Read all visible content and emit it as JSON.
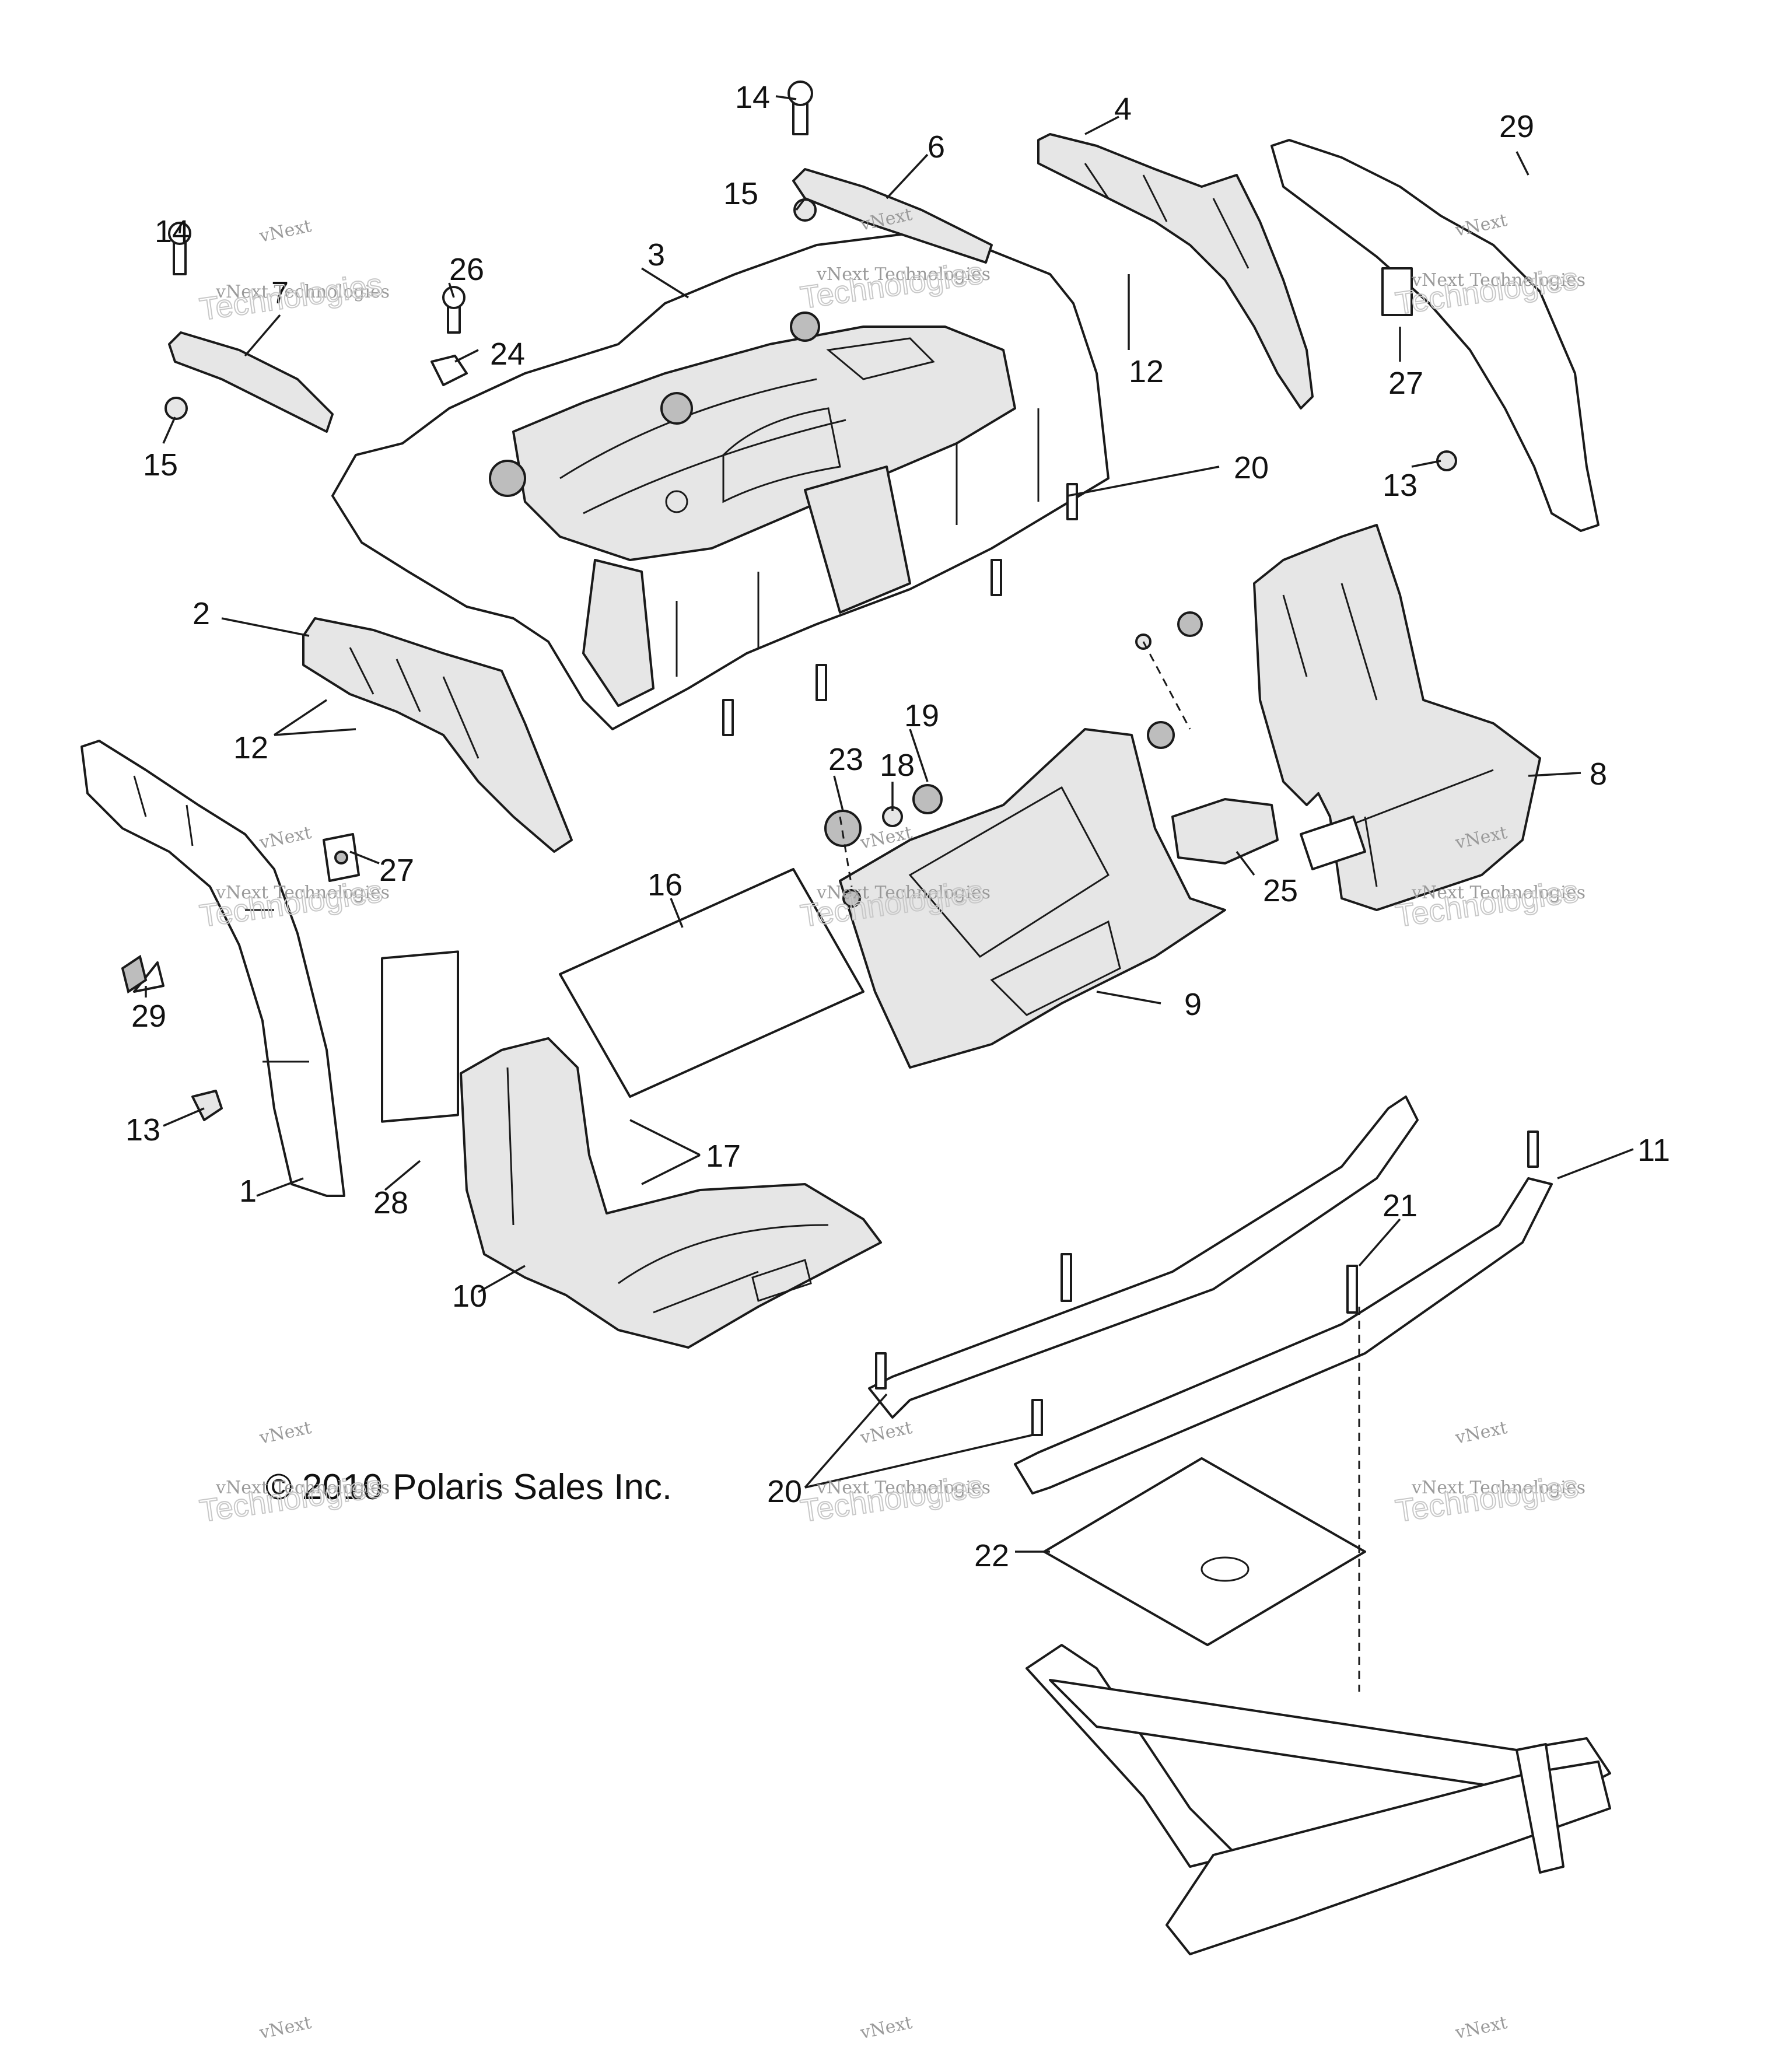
{
  "callouts": {
    "c1": "1",
    "c2": "2",
    "c3": "3",
    "c4": "4",
    "c6": "6",
    "c7": "7",
    "c8": "8",
    "c9": "9",
    "c10": "10",
    "c11": "11",
    "c12a": "12",
    "c12b": "12",
    "c13a": "13",
    "c13b": "13",
    "c14a": "14",
    "c14b": "14",
    "c15a": "15",
    "c15b": "15",
    "c16": "16",
    "c17": "17",
    "c18": "18",
    "c19": "19",
    "c20a": "20",
    "c20b": "20",
    "c21": "21",
    "c22": "22",
    "c23": "23",
    "c24": "24",
    "c25": "25",
    "c26": "26",
    "c27a": "27",
    "c27b": "27",
    "c28": "28",
    "c29a": "29",
    "c29b": "29"
  },
  "copyright": "© 2010 Polaris Sales Inc.",
  "watermark": {
    "line1": "vNext",
    "line2": "vNext Technologies",
    "line3": "Technologies"
  }
}
